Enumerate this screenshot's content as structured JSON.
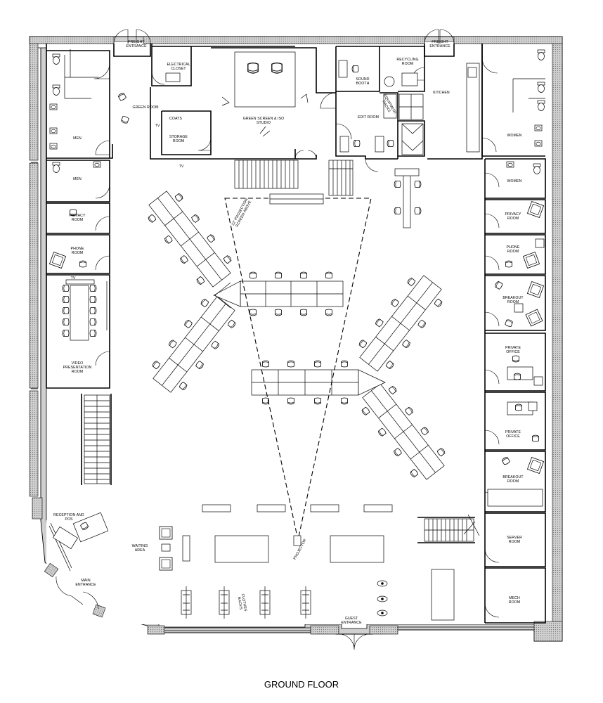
{
  "title": "GROUND FLOOR",
  "rooms": [
    {
      "id": "freight-entrance-left",
      "label": "FREIGHT ENTRANCE",
      "lines": [
        "FREIGHT",
        "ENTRANCE"
      ]
    },
    {
      "id": "electrical-closet",
      "label": "ELECTRICAL CLOSET",
      "lines": [
        "ELECTRICAL",
        "CLOSET"
      ]
    },
    {
      "id": "green-room",
      "label": "GREEN ROOM",
      "lines": [
        "GREEN ROOM"
      ]
    },
    {
      "id": "coats",
      "label": "COATS",
      "lines": [
        "COATS"
      ]
    },
    {
      "id": "tv-1",
      "label": "TV",
      "lines": [
        "TV"
      ]
    },
    {
      "id": "storage-room",
      "label": "STORAGE ROOM",
      "lines": [
        "STORAGE",
        "ROOM"
      ]
    },
    {
      "id": "tv-2",
      "label": "TV",
      "lines": [
        "TV"
      ]
    },
    {
      "id": "green-screen-studio",
      "label": "GREEN SCREEN & ISO STUDIO",
      "lines": [
        "GREEN SCREEN & ISO",
        "STUDIO"
      ]
    },
    {
      "id": "sound-booth",
      "label": "SOUND BOOTH",
      "lines": [
        "SOUND",
        "BOOTH"
      ]
    },
    {
      "id": "edit-room",
      "label": "EDIT ROOM",
      "lines": [
        "EDIT ROOM"
      ]
    },
    {
      "id": "equipment-racks",
      "label": "EQUIPMENT RACKS",
      "lines": [
        "EQUIPMENT",
        "RACKS"
      ]
    },
    {
      "id": "recycling-room",
      "label": "RECYCLING ROOM",
      "lines": [
        "RECYCLING",
        "ROOM"
      ]
    },
    {
      "id": "freight-entrance-right",
      "label": "FREIGHT ENTRANCE",
      "lines": [
        "FREIGHT",
        "ENTRANCE"
      ]
    },
    {
      "id": "kitchen",
      "label": "KITCHEN",
      "lines": [
        "KITCHEN"
      ]
    },
    {
      "id": "men-1",
      "label": "MEN",
      "lines": [
        "MEN"
      ]
    },
    {
      "id": "men-2",
      "label": "MEN",
      "lines": [
        "MEN"
      ]
    },
    {
      "id": "women-1",
      "label": "WOMEN",
      "lines": [
        "WOMEN"
      ]
    },
    {
      "id": "women-2",
      "label": "WOMEN",
      "lines": [
        "WOMEN"
      ]
    },
    {
      "id": "privacy-room-left",
      "label": "PRIVACY ROOM",
      "lines": [
        "PRIVACY",
        "ROOM"
      ]
    },
    {
      "id": "phone-room-left",
      "label": "PHONE ROOM",
      "lines": [
        "PHONE",
        "ROOM"
      ]
    },
    {
      "id": "tv-3",
      "label": "TV",
      "lines": [
        "TV"
      ]
    },
    {
      "id": "video-presentation-room",
      "label": "VIDEO PRESENTATION ROOM",
      "lines": [
        "VIDEO",
        "PRESENTATION",
        "ROOM"
      ]
    },
    {
      "id": "privacy-room-right",
      "label": "PRIVACY ROOM",
      "lines": [
        "PRIVACY",
        "ROOM"
      ]
    },
    {
      "id": "phone-room-right",
      "label": "PHONE ROOM",
      "lines": [
        "PHONE",
        "ROOM"
      ]
    },
    {
      "id": "breakout-room-1",
      "label": "BREAKOUT ROOM",
      "lines": [
        "BREAKOUT",
        "ROOM"
      ]
    },
    {
      "id": "private-office-1",
      "label": "PRIVATE OFFICE",
      "lines": [
        "PRIVATE",
        "OFFICE"
      ]
    },
    {
      "id": "private-office-2",
      "label": "PRIVATE OFFICE",
      "lines": [
        "PRIVATE",
        "OFFICE"
      ]
    },
    {
      "id": "breakout-room-2",
      "label": "BREAKOUT ROOM",
      "lines": [
        "BREAKOUT",
        "ROOM"
      ]
    },
    {
      "id": "server-room",
      "label": "SERVER ROOM",
      "lines": [
        "SERVER",
        "ROOM"
      ]
    },
    {
      "id": "mech-room",
      "label": "MECH ROOM",
      "lines": [
        "MECH",
        "ROOM"
      ]
    },
    {
      "id": "reception-and-pos",
      "label": "RECEPTION AND POS",
      "lines": [
        "RECEPTION AND",
        "POS"
      ]
    },
    {
      "id": "waiting-area",
      "label": "WAITING AREA",
      "lines": [
        "WAITING",
        "AREA"
      ]
    },
    {
      "id": "main-entrance",
      "label": "MAIN ENTRANCE",
      "lines": [
        "MAIN",
        "ENTRANCE"
      ]
    },
    {
      "id": "clothes-racks",
      "label": "CLOTHES RACKS",
      "lines": [
        "CLOTHES",
        "RACKS"
      ]
    },
    {
      "id": "guest-entrance",
      "label": "GUEST ENTRANCE",
      "lines": [
        "GUEST",
        "ENTRANCE"
      ]
    },
    {
      "id": "projector",
      "label": "PROJECTOR",
      "lines": [
        "PROJECTOR"
      ]
    },
    {
      "id": "projection-screen",
      "label": "22' PROJECTION SCREEN ABOVE",
      "lines": [
        "22' PROJECTION",
        "SCREEN ABOVE"
      ]
    }
  ]
}
